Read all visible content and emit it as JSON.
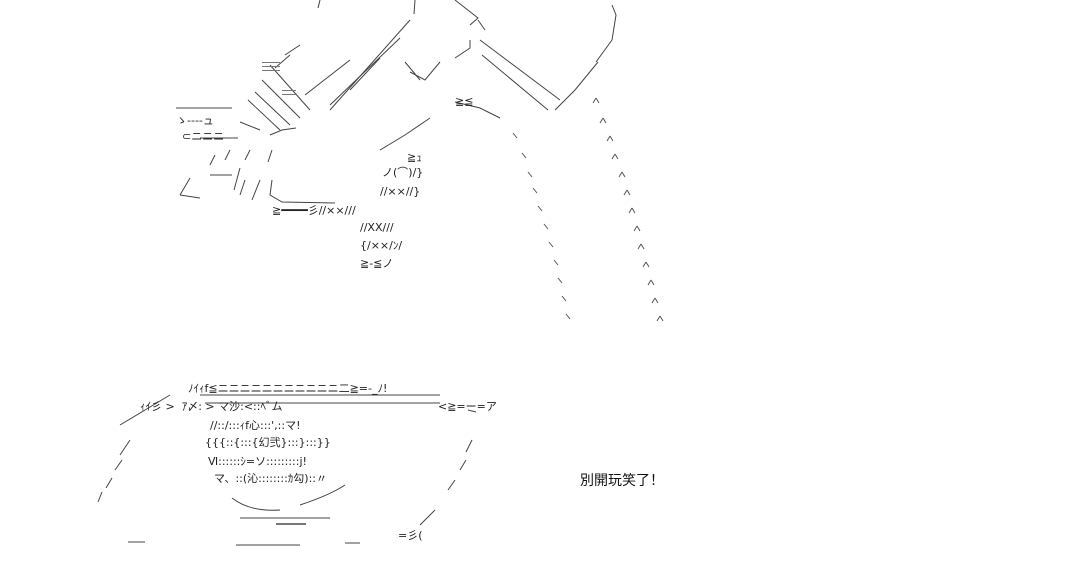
{
  "caption": "別開玩笑了！",
  "art": {
    "eye_fragments": [
      "ﾉｲｨf≦ニニニニニニニニニニニ二≧=-_ﾉ!",
      "ｨｲ彡 >  ｱ〆: > マ沙:<::ﾍﾞム",
      "//::/:::ｨf心:::',::マ!",
      "{{{::{:::{幻弐}:::}:::}}",
      "Ⅵ::::::ｼ=ソ:::::::::j!",
      "マ、::(沁::::::::ｶ勾)::〃",
      "<≧=ー=ア",
      "=彡("
    ],
    "arm_fragments": [
      "≧≦",
      "≧ｭ",
      "ノ(⌒)/}",
      "//××//}",
      "≧━━━━彡//××///",
      "//XX///",
      "{/××/ﾝ/",
      "≧-≦ノ",
      "⊂ニニニ",
      "ゝ----ュ"
    ]
  }
}
